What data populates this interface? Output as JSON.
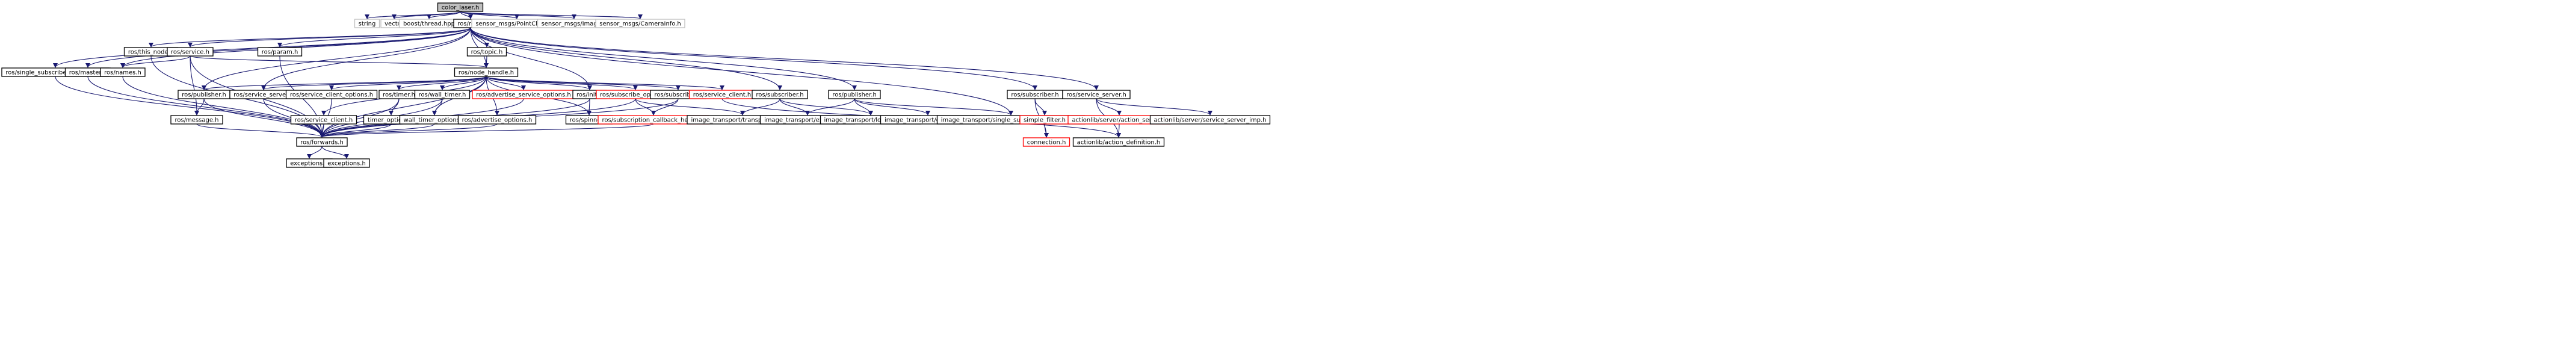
{
  "diagram": {
    "colors": {
      "edge": "#191970",
      "primary_fill": "#bfbfbf",
      "node_border": "#000000",
      "linked_border": "#ff0000",
      "external_border": "#bfbfbf"
    },
    "nodes": [
      {
        "id": "color_laser_h",
        "label": "color_laser.h",
        "style": "primary"
      },
      {
        "id": "string",
        "label": "string",
        "style": "external"
      },
      {
        "id": "vector",
        "label": "vector",
        "style": "external"
      },
      {
        "id": "boost_thread_hpp",
        "label": "boost/thread.hpp",
        "style": "external"
      },
      {
        "id": "ros_ros_h",
        "label": "ros/ros.h",
        "style": "default"
      },
      {
        "id": "sensor_msgs_pointcloud2_h",
        "label": "sensor_msgs/PointCloud2.h",
        "style": "external"
      },
      {
        "id": "sensor_msgs_image_h",
        "label": "sensor_msgs/Image.h",
        "style": "external"
      },
      {
        "id": "sensor_msgs_camerainfo_h",
        "label": "sensor_msgs/CameraInfo.h",
        "style": "external"
      },
      {
        "id": "ros_this_node_h",
        "label": "ros/this_node.h",
        "style": "default"
      },
      {
        "id": "ros_service_h",
        "label": "ros/service.h",
        "style": "default"
      },
      {
        "id": "ros_param_h",
        "label": "ros/param.h",
        "style": "default"
      },
      {
        "id": "ros_topic_h",
        "label": "ros/topic.h",
        "style": "default"
      },
      {
        "id": "ros_single_subscriber_publisher_h",
        "label": "ros/single_subscriber_publisher.h",
        "style": "default"
      },
      {
        "id": "ros_master_h",
        "label": "ros/master.h",
        "style": "default"
      },
      {
        "id": "ros_names_h",
        "label": "ros/names.h",
        "style": "default"
      },
      {
        "id": "ros_node_handle_h",
        "label": "ros/node_handle.h",
        "style": "default"
      },
      {
        "id": "ros_publisher_h",
        "label": "ros/publisher.h",
        "style": "default"
      },
      {
        "id": "ros_service_server_h",
        "label": "ros/service_server.h",
        "style": "default"
      },
      {
        "id": "ros_service_client_options_h",
        "label": "ros/service_client_options.h",
        "style": "default"
      },
      {
        "id": "ros_timer_h",
        "label": "ros/timer.h",
        "style": "default"
      },
      {
        "id": "ros_wall_timer_h",
        "label": "ros/wall_timer.h",
        "style": "default"
      },
      {
        "id": "ros_advertise_service_options_h",
        "label": "ros/advertise_service_options.h",
        "style": "linked"
      },
      {
        "id": "ros_init_h",
        "label": "ros/init.h",
        "style": "default"
      },
      {
        "id": "ros_subscribe_options_h",
        "label": "ros/subscribe_options.h",
        "style": "linked"
      },
      {
        "id": "ros_subscriber_h_a",
        "label": "ros/subscriber.h",
        "style": "default"
      },
      {
        "id": "ros_service_client_h_a",
        "label": "ros/service_client.h",
        "style": "linked"
      },
      {
        "id": "ros_subscriber_h_b",
        "label": "ros/subscriber.h",
        "style": "default"
      },
      {
        "id": "ros_publisher_h_b",
        "label": "ros/publisher.h",
        "style": "default"
      },
      {
        "id": "ros_subscriber_h_c",
        "label": "ros/subscriber.h",
        "style": "default"
      },
      {
        "id": "ros_service_server_h_b",
        "label": "ros/service_server.h",
        "style": "default"
      },
      {
        "id": "ros_message_h",
        "label": "ros/message.h",
        "style": "default"
      },
      {
        "id": "ros_service_client_h_b",
        "label": "ros/service_client.h",
        "style": "default"
      },
      {
        "id": "timer_options_h",
        "label": "timer_options.h",
        "style": "default"
      },
      {
        "id": "wall_timer_options_h",
        "label": "wall_timer_options.h",
        "style": "default"
      },
      {
        "id": "ros_advertise_options_h",
        "label": "ros/advertise_options.h",
        "style": "default"
      },
      {
        "id": "ros_spinner_h",
        "label": "ros/spinner.h",
        "style": "default"
      },
      {
        "id": "ros_subscription_callback_helper_h",
        "label": "ros/subscription_callback_helper.h",
        "style": "linked"
      },
      {
        "id": "image_transport_transport_hints_h",
        "label": "image_transport/transport_hints.h",
        "style": "default"
      },
      {
        "id": "image_transport_exception_h_a",
        "label": "image_transport/exception.h",
        "style": "default"
      },
      {
        "id": "image_transport_loader_fwds_h",
        "label": "image_transport/loader_fwds.h",
        "style": "default"
      },
      {
        "id": "image_transport_exception_h_b",
        "label": "image_transport/exception.h",
        "style": "default"
      },
      {
        "id": "image_transport_single_subscriber_publisher_h",
        "label": "image_transport/single_subscriber_publisher.h",
        "style": "default"
      },
      {
        "id": "simple_filter_h",
        "label": "simple_filter.h",
        "style": "linked"
      },
      {
        "id": "actionlib_server_action_server_h",
        "label": "actionlib/server/action_server.h",
        "style": "linked"
      },
      {
        "id": "actionlib_server_service_server_imp_h",
        "label": "actionlib/server/service_server_imp.h",
        "style": "default"
      },
      {
        "id": "connection_h",
        "label": "connection.h",
        "style": "linked"
      },
      {
        "id": "actionlib_action_definition_h",
        "label": "actionlib/action_definition.h",
        "style": "default"
      },
      {
        "id": "ros_forwards_h",
        "label": "ros/forwards.h",
        "style": "default"
      },
      {
        "id": "exceptions_h_a",
        "label": "exceptions.h",
        "style": "default"
      },
      {
        "id": "exceptions_h_b",
        "label": "exceptions.h",
        "style": "default"
      }
    ],
    "edges": [
      [
        "color_laser_h",
        "string"
      ],
      [
        "color_laser_h",
        "vector"
      ],
      [
        "color_laser_h",
        "boost_thread_hpp"
      ],
      [
        "color_laser_h",
        "ros_ros_h"
      ],
      [
        "color_laser_h",
        "sensor_msgs_pointcloud2_h"
      ],
      [
        "color_laser_h",
        "sensor_msgs_image_h"
      ],
      [
        "color_laser_h",
        "sensor_msgs_camerainfo_h"
      ],
      [
        "ros_ros_h",
        "ros_this_node_h"
      ],
      [
        "ros_ros_h",
        "ros_service_h"
      ],
      [
        "ros_ros_h",
        "ros_param_h"
      ],
      [
        "ros_ros_h",
        "ros_topic_h"
      ],
      [
        "ros_ros_h",
        "ros_single_subscriber_publisher_h"
      ],
      [
        "ros_ros_h",
        "ros_master_h"
      ],
      [
        "ros_ros_h",
        "ros_names_h"
      ],
      [
        "ros_ros_h",
        "ros_node_handle_h"
      ],
      [
        "ros_ros_h",
        "ros_publisher_h"
      ],
      [
        "ros_ros_h",
        "ros_service_server_h"
      ],
      [
        "ros_ros_h",
        "ros_init_h"
      ],
      [
        "ros_ros_h",
        "ros_subscriber_h_b"
      ],
      [
        "ros_ros_h",
        "ros_publisher_h_b"
      ],
      [
        "ros_ros_h",
        "ros_subscriber_h_c"
      ],
      [
        "ros_ros_h",
        "ros_service_server_h_b"
      ],
      [
        "ros_ros_h",
        "image_transport_single_subscriber_publisher_h"
      ],
      [
        "ros_service_h",
        "ros_names_h"
      ],
      [
        "ros_service_h",
        "ros_node_handle_h"
      ],
      [
        "ros_service_h",
        "ros_message_h"
      ],
      [
        "ros_service_h",
        "ros_forwards_h"
      ],
      [
        "ros_param_h",
        "ros_forwards_h"
      ],
      [
        "ros_topic_h",
        "ros_node_handle_h"
      ],
      [
        "ros_this_node_h",
        "ros_forwards_h"
      ],
      [
        "ros_master_h",
        "ros_forwards_h"
      ],
      [
        "ros_names_h",
        "ros_forwards_h"
      ],
      [
        "ros_single_subscriber_publisher_h",
        "ros_forwards_h"
      ],
      [
        "ros_node_handle_h",
        "ros_publisher_h"
      ],
      [
        "ros_node_handle_h",
        "ros_service_server_h"
      ],
      [
        "ros_node_handle_h",
        "ros_service_client_options_h"
      ],
      [
        "ros_node_handle_h",
        "ros_timer_h"
      ],
      [
        "ros_node_handle_h",
        "ros_wall_timer_h"
      ],
      [
        "ros_node_handle_h",
        "ros_advertise_service_options_h"
      ],
      [
        "ros_node_handle_h",
        "ros_init_h"
      ],
      [
        "ros_node_handle_h",
        "ros_subscribe_options_h"
      ],
      [
        "ros_node_handle_h",
        "ros_subscriber_h_a"
      ],
      [
        "ros_node_handle_h",
        "ros_service_client_h_a"
      ],
      [
        "ros_node_handle_h",
        "ros_service_client_h_b"
      ],
      [
        "ros_node_handle_h",
        "ros_advertise_options_h"
      ],
      [
        "ros_node_handle_h",
        "ros_spinner_h"
      ],
      [
        "ros_node_handle_h",
        "wall_timer_options_h"
      ],
      [
        "ros_node_handle_h",
        "ros_forwards_h"
      ],
      [
        "ros_publisher_h",
        "ros_message_h"
      ],
      [
        "ros_publisher_h",
        "ros_forwards_h"
      ],
      [
        "ros_service_server_h",
        "ros_forwards_h"
      ],
      [
        "ros_service_client_options_h",
        "ros_forwards_h"
      ],
      [
        "ros_timer_h",
        "timer_options_h"
      ],
      [
        "ros_timer_h",
        "ros_forwards_h"
      ],
      [
        "ros_wall_timer_h",
        "wall_timer_options_h"
      ],
      [
        "ros_wall_timer_h",
        "ros_forwards_h"
      ],
      [
        "ros_advertise_service_options_h",
        "ros_forwards_h"
      ],
      [
        "ros_init_h",
        "ros_spinner_h"
      ],
      [
        "ros_init_h",
        "ros_forwards_h"
      ],
      [
        "ros_subscribe_options_h",
        "ros_subscription_callback_helper_h"
      ],
      [
        "ros_subscribe_options_h",
        "image_transport_transport_hints_h"
      ],
      [
        "ros_subscribe_options_h",
        "ros_forwards_h"
      ],
      [
        "ros_subscriber_h_a",
        "ros_subscription_callback_helper_h"
      ],
      [
        "ros_subscriber_h_a",
        "ros_forwards_h"
      ],
      [
        "ros_service_client_h_a",
        "actionlib_action_definition_h"
      ],
      [
        "ros_service_client_h_b",
        "ros_forwards_h"
      ],
      [
        "timer_options_h",
        "ros_forwards_h"
      ],
      [
        "wall_timer_options_h",
        "ros_forwards_h"
      ],
      [
        "ros_advertise_options_h",
        "ros_forwards_h"
      ],
      [
        "ros_subscription_callback_helper_h",
        "ros_forwards_h"
      ],
      [
        "ros_message_h",
        "ros_forwards_h"
      ],
      [
        "ros_subscriber_h_b",
        "image_transport_transport_hints_h"
      ],
      [
        "ros_subscriber_h_b",
        "image_transport_exception_h_a"
      ],
      [
        "ros_subscriber_h_b",
        "image_transport_loader_fwds_h"
      ],
      [
        "ros_publisher_h_b",
        "image_transport_exception_h_a"
      ],
      [
        "ros_publisher_h_b",
        "image_transport_loader_fwds_h"
      ],
      [
        "ros_publisher_h_b",
        "image_transport_exception_h_b"
      ],
      [
        "ros_publisher_h_b",
        "image_transport_single_subscriber_publisher_h"
      ],
      [
        "ros_subscriber_h_c",
        "simple_filter_h"
      ],
      [
        "ros_subscriber_h_c",
        "connection_h"
      ],
      [
        "simple_filter_h",
        "connection_h"
      ],
      [
        "ros_service_server_h_b",
        "actionlib_server_action_server_h"
      ],
      [
        "ros_service_server_h_b",
        "actionlib_server_service_server_imp_h"
      ],
      [
        "ros_service_server_h_b",
        "actionlib_action_definition_h"
      ],
      [
        "actionlib_server_action_server_h",
        "actionlib_action_definition_h"
      ],
      [
        "ros_forwards_h",
        "exceptions_h_a"
      ],
      [
        "ros_forwards_h",
        "exceptions_h_b"
      ]
    ]
  }
}
